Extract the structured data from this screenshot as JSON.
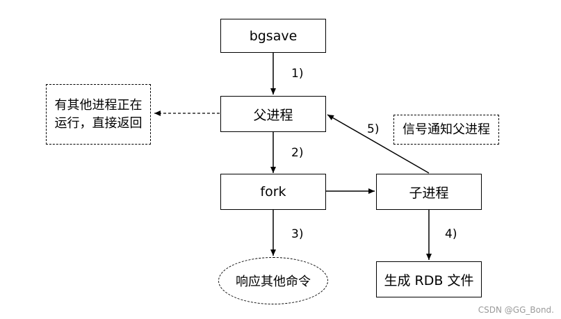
{
  "nodes": {
    "bgsave": "bgsave",
    "parent": "父进程",
    "fork": "fork",
    "child": "子进程",
    "respond": "响应其他命令",
    "rdb": "生成 RDB 文件"
  },
  "notes": {
    "running_line1": "有其他进程正在",
    "running_line2": "运行，直接返回",
    "signal": "信号通知父进程"
  },
  "steps": {
    "s1": "1)",
    "s2": "2)",
    "s3": "3)",
    "s4": "4)",
    "s5": "5)"
  },
  "watermark": "CSDN @GG_Bond."
}
